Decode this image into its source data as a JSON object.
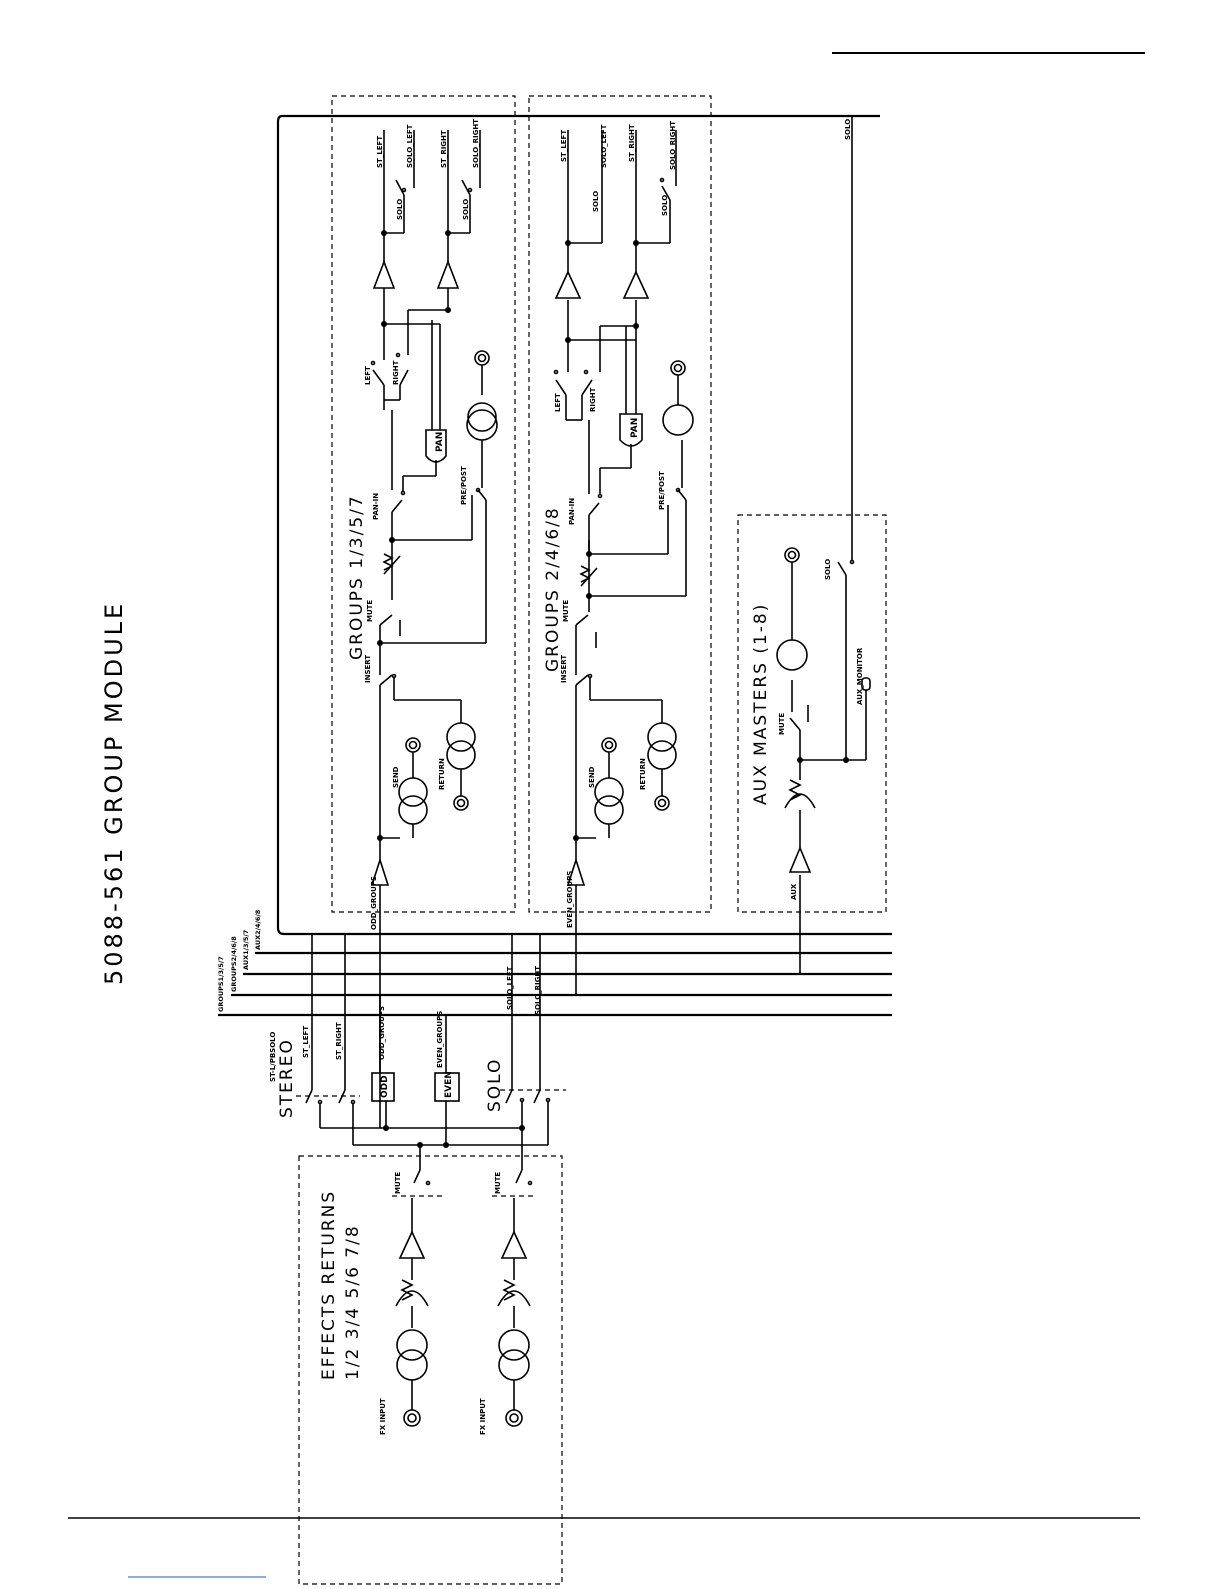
{
  "page": {
    "title": "5088-561 GROUP MODULE"
  },
  "sections": {
    "groups_odd": "GROUPS 1/3/5/7",
    "groups_even": "GROUPS 2/4/6/8",
    "aux_masters": "AUX MASTERS (1-8)",
    "effects_returns_line1": "EFFECTS RETURNS",
    "effects_returns_line2": "1/2 3/4 5/6 7/8",
    "stereo": "STEREO",
    "solo": "SOLO"
  },
  "bus_labels": {
    "groups_odd": "GROUPS1/3/5/7",
    "groups_even": "GROUPS2/4/6/8",
    "aux_odd": "AUX1/3/5/7",
    "aux_even": "AUX2/4/6/8"
  },
  "signal_labels": {
    "st_left": "ST_LEFT",
    "st_right": "ST_RIGHT",
    "solo_left": "SOLO_LEFT",
    "solo_right": "SOLO_RIGHT",
    "solo": "SOLO",
    "left": "LEFT",
    "right": "RIGHT",
    "pan": "PAN",
    "pan_in": "PAN-IN",
    "pre_post": "PRE/POST",
    "mute": "MUTE",
    "insert": "INSERT",
    "send": "SEND",
    "return": "RETURN",
    "odd_groups": "ODD_GROUPS",
    "even_groups": "EVEN_GROUPS",
    "aux": "AUX",
    "aux_monitor": "AUX_MONITOR",
    "st_l_pb_solo": "ST-L/PBSOLO",
    "odd": "ODD",
    "even": "EVEN",
    "fx_input": "FX INPUT"
  }
}
